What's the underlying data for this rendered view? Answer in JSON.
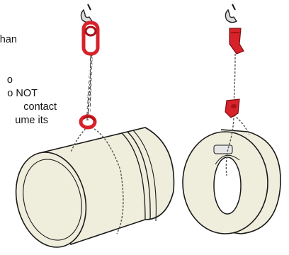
{
  "text_fragments": [
    "han",
    "o",
    "o NOT",
    "contact",
    "ume its"
  ],
  "colors": {
    "sling_red": "#d8222a",
    "sling_dark_red": "#a31318",
    "hook_grey": "#dcdcdc",
    "cylinder_fill": "#efeedd",
    "chain": "#555555",
    "outline": "#1a1a1a"
  },
  "illustrations": [
    {
      "name": "chain-sling-cylinder-lift"
    },
    {
      "name": "chain-sling-ring-lift"
    }
  ]
}
